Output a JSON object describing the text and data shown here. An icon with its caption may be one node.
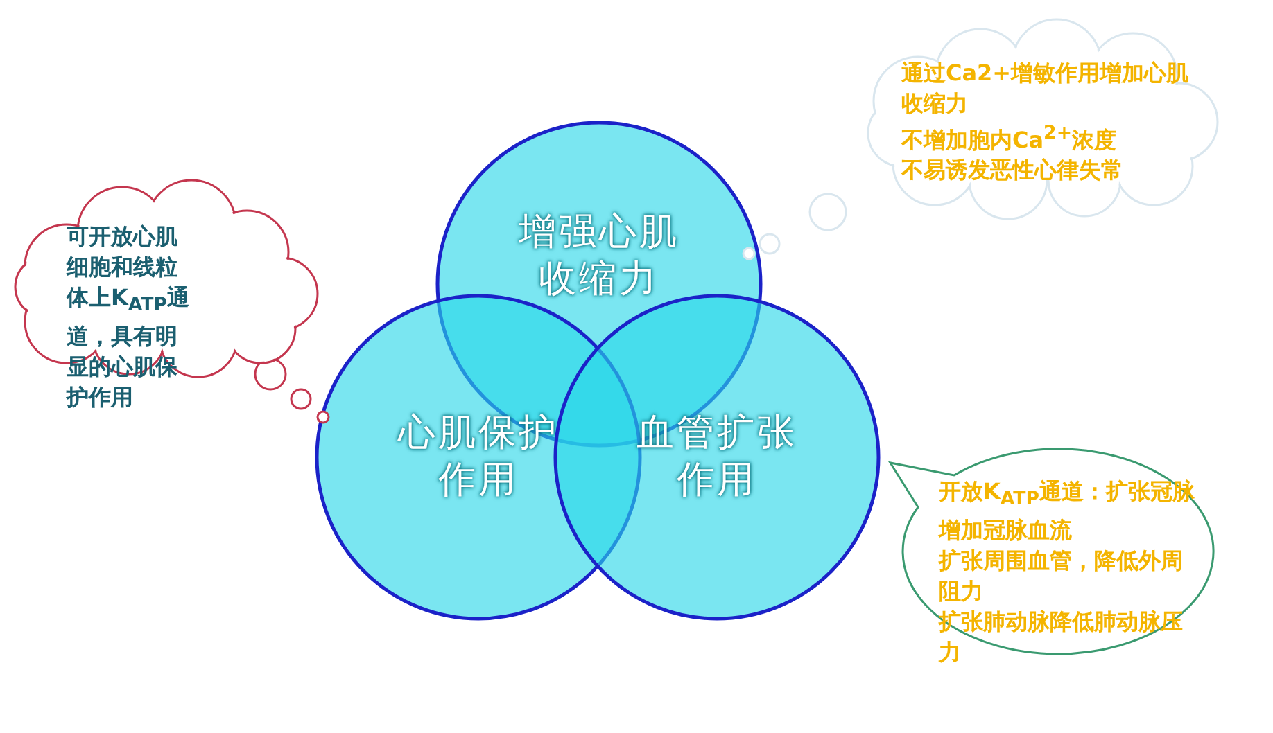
{
  "diagram": {
    "nodes": [
      {
        "text": [
          "增强心肌收缩力"
        ]
      },
      {
        "text": [
          "心肌保护作用"
        ]
      },
      {
        "text": [
          "血管扩张作用"
        ]
      },
      {
        "text": [
          "可开放心肌细胞和线粒体上K$_{ATP}$通道，具有明显的心肌保护作用"
        ]
      },
      {
        "text": [
          "通过Ca2+增敏作用增加心肌收缩力",
          "不增加胞内Ca$^{2+}$浓度",
          "不易诱发恶性心律失常"
        ]
      },
      {
        "text": [
          "开放K$_{ATP}$通道：扩张冠脉增加冠脉血流",
          "扩张周围血管，降低外周阻力",
          "扩张肺动脉降低肺动脉压力"
        ]
      }
    ],
    "edges": []
  }
}
